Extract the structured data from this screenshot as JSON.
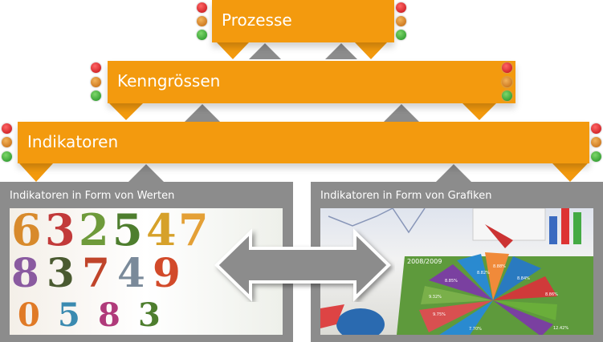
{
  "levels": [
    {
      "label": "Prozesse"
    },
    {
      "label": "Kenngrössen"
    },
    {
      "label": "Indikatoren"
    }
  ],
  "panels": {
    "left": {
      "title": "Indikatoren in Form von Werten",
      "digits": [
        "6",
        "3",
        "2",
        "5",
        "4",
        "7",
        "8",
        "3",
        "7",
        "4",
        "9",
        "0",
        "5",
        "8",
        "3"
      ]
    },
    "right": {
      "title": "Indikatoren in Form von Grafiken",
      "chart_title": "2008/2009",
      "labels": [
        "8.85%",
        "8.82%",
        "8.88%",
        "8.84%",
        "9.32%",
        "9.75%",
        "7.70%",
        "12.42%",
        "8.86%"
      ]
    }
  },
  "colors": {
    "orange": "#f39a0e",
    "gray": "#8c8c8c",
    "red": "#c10d14",
    "amber": "#c0650c",
    "green": "#1f8f23"
  }
}
